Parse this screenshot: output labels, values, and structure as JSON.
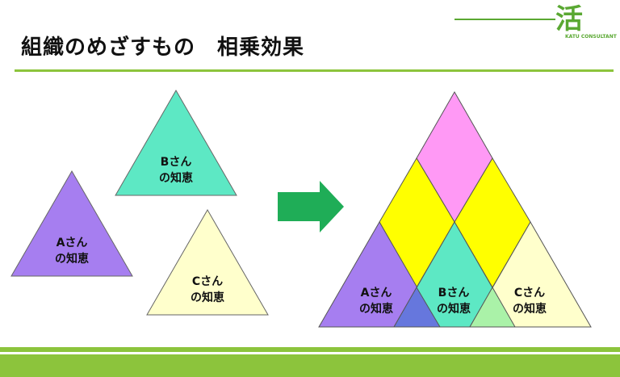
{
  "slide": {
    "title": "組織のめざすもの　相乗効果",
    "logo": {
      "mark": "活",
      "text": "KATU CONSULTANT",
      "color": "#5aa832"
    }
  },
  "left_triangles": [
    {
      "id": "a",
      "line1": "Aさん",
      "line2": "の知恵",
      "color": "#a67ef0"
    },
    {
      "id": "b",
      "line1": "Bさん",
      "line2": "の知恵",
      "color": "#5de8c4"
    },
    {
      "id": "c",
      "line1": "Cさん",
      "line2": "の知恵",
      "color": "#ffffcc"
    }
  ],
  "combined_labels": [
    {
      "id": "a",
      "line1": "Aさん",
      "line2": "の知恵"
    },
    {
      "id": "b",
      "line1": "Bさん",
      "line2": "の知恵"
    },
    {
      "id": "c",
      "line1": "Cさん",
      "line2": "の知恵"
    }
  ],
  "colors": {
    "pink": "#ff99f5",
    "yellow": "#ffff00",
    "a_b_overlap": "#6677dd",
    "b_c_overlap": "#aaf2a8",
    "arrow": "#1fad57",
    "rule": "#8cc43c"
  }
}
